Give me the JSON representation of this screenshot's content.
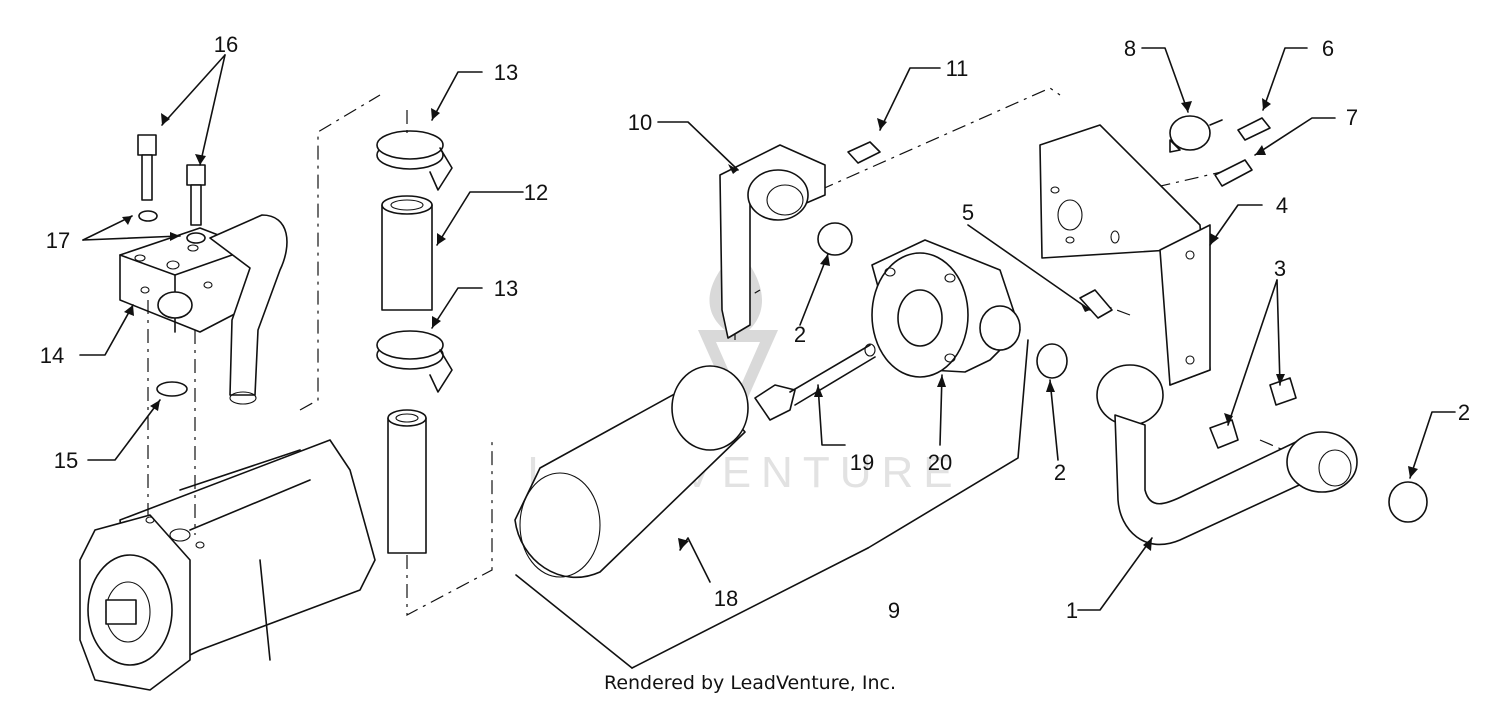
{
  "watermark": {
    "text": "LEADVENTURE"
  },
  "footer": {
    "credit": "Rendered by LeadVenture, Inc."
  },
  "callouts": [
    {
      "id": "16",
      "label": "16"
    },
    {
      "id": "17",
      "label": "17"
    },
    {
      "id": "14",
      "label": "14"
    },
    {
      "id": "15",
      "label": "15"
    },
    {
      "id": "13a",
      "label": "13"
    },
    {
      "id": "12",
      "label": "12"
    },
    {
      "id": "13b",
      "label": "13"
    },
    {
      "id": "10",
      "label": "10"
    },
    {
      "id": "11",
      "label": "11"
    },
    {
      "id": "8",
      "label": "8"
    },
    {
      "id": "6",
      "label": "6"
    },
    {
      "id": "7",
      "label": "7"
    },
    {
      "id": "4",
      "label": "4"
    },
    {
      "id": "5",
      "label": "5"
    },
    {
      "id": "3",
      "label": "3"
    },
    {
      "id": "2a",
      "label": "2"
    },
    {
      "id": "2b",
      "label": "2"
    },
    {
      "id": "2c",
      "label": "2"
    },
    {
      "id": "19",
      "label": "19"
    },
    {
      "id": "20",
      "label": "20"
    },
    {
      "id": "18",
      "label": "18"
    },
    {
      "id": "9",
      "label": "9"
    },
    {
      "id": "1",
      "label": "1"
    }
  ]
}
